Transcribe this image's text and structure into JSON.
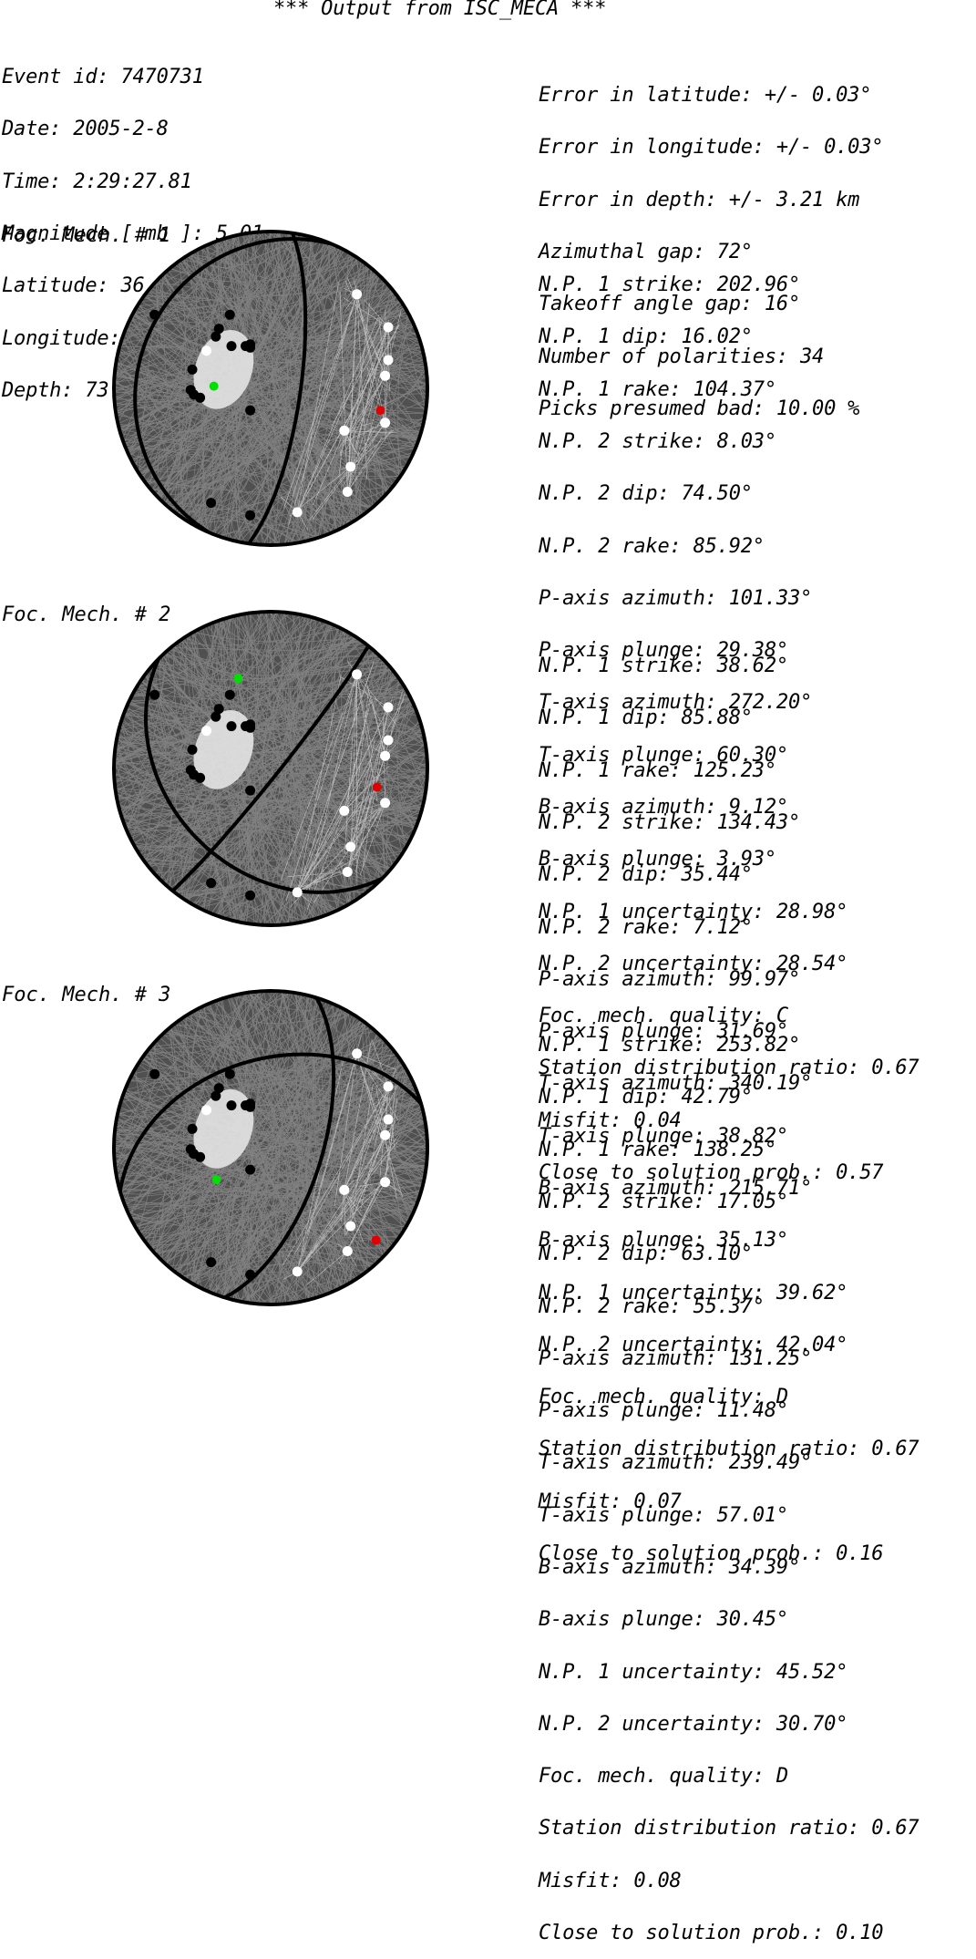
{
  "title": "*** Output from ISC_MECA ***",
  "event": [
    "Event id: 7470731",
    "Date: 2005-2-8",
    "Time: 2:29:27.81",
    "Magnitude [ mb ]: 5.01",
    "Latitude: 36.09°",
    "Longitude: 140.06°",
    "Depth: 73.40 km"
  ],
  "errors": [
    "Error in latitude: +/- 0.03°",
    "Error in longitude: +/- 0.03°",
    "Error in depth: +/- 3.21 km",
    "Azimuthal gap: 72°",
    "Takeoff angle gap: 16°",
    "Number of polarities: 34",
    "Picks presumed bad: 10.00 %"
  ],
  "colors": {
    "sphere": "#505050",
    "lines": "#8a8a8a",
    "compression": "#000000",
    "dilatation": "#ffffff",
    "p_axis": "#00e000",
    "t_axis": "#e00000"
  },
  "stations": {
    "compressional": [
      [
        -0.74,
        -0.47
      ],
      [
        -0.26,
        -0.47
      ],
      [
        -0.33,
        -0.38
      ],
      [
        -0.35,
        -0.33
      ],
      [
        -0.25,
        -0.27
      ],
      [
        -0.16,
        -0.27
      ],
      [
        -0.13,
        -0.28
      ],
      [
        -0.13,
        -0.26
      ],
      [
        -0.5,
        -0.12
      ],
      [
        -0.51,
        0.01
      ],
      [
        -0.49,
        0.04
      ],
      [
        -0.45,
        0.06
      ],
      [
        -0.13,
        0.14
      ],
      [
        -0.38,
        0.73
      ],
      [
        -0.13,
        0.81
      ]
    ],
    "dilatational": [
      [
        0.55,
        -0.6
      ],
      [
        0.75,
        -0.39
      ],
      [
        0.73,
        -0.08
      ],
      [
        0.73,
        0.22
      ],
      [
        0.47,
        0.27
      ],
      [
        0.51,
        0.5
      ],
      [
        0.49,
        0.66
      ],
      [
        0.17,
        0.79
      ],
      [
        -0.41,
        -0.24
      ],
      [
        0.75,
        -0.18
      ]
    ]
  },
  "mechanisms": [
    {
      "label": "Foc. Mech. # 1",
      "params": [
        "N.P. 1 strike: 202.96°",
        "N.P. 1 dip: 16.02°",
        "N.P. 1 rake: 104.37°",
        "N.P. 2 strike: 8.03°",
        "N.P. 2 dip: 74.50°",
        "N.P. 2 rake: 85.92°",
        "P-axis azimuth: 101.33°",
        "P-axis plunge: 29.38°",
        "T-axis azimuth: 272.20°",
        "T-axis plunge: 60.30°",
        "B-axis azimuth: 9.12°",
        "B-axis plunge: 3.93°",
        "N.P. 1 uncertainty: 28.98°",
        "N.P. 2 uncertainty: 28.54°",
        "Foc. mech. quality: C",
        "Station distribution ratio: 0.67",
        "Misfit: 0.04",
        "Close to solution prob.: 0.57"
      ],
      "planes": [
        [
          202.96,
          16.02
        ],
        [
          8.03,
          74.5
        ]
      ],
      "p_axis": [
        101.33,
        29.38
      ],
      "t_axis": [
        272.2,
        60.3
      ]
    },
    {
      "label": "Foc. Mech. # 2",
      "params": [
        "N.P. 1 strike: 38.62°",
        "N.P. 1 dip: 85.88°",
        "N.P. 1 rake: 125.23°",
        "N.P. 2 strike: 134.43°",
        "N.P. 2 dip: 35.44°",
        "N.P. 2 rake: 7.12°",
        "P-axis azimuth: 99.97°",
        "P-axis plunge: 31.69°",
        "T-axis azimuth: 340.19°",
        "T-axis plunge: 38.82°",
        "B-axis azimuth: 215.71°",
        "B-axis plunge: 35.13°",
        "N.P. 1 uncertainty: 39.62°",
        "N.P. 2 uncertainty: 42.04°",
        "Foc. mech. quality: D",
        "Station distribution ratio: 0.67",
        "Misfit: 0.07",
        "Close to solution prob.: 0.16"
      ],
      "planes": [
        [
          38.62,
          85.88
        ],
        [
          134.43,
          35.44
        ]
      ],
      "p_axis": [
        99.97,
        31.69
      ],
      "t_axis": [
        340.19,
        38.82
      ]
    },
    {
      "label": "Foc. Mech. # 3",
      "params": [
        "N.P. 1 strike: 253.82°",
        "N.P. 1 dip: 42.79°",
        "N.P. 1 rake: 138.25°",
        "N.P. 2 strike: 17.05°",
        "N.P. 2 dip: 63.10°",
        "N.P. 2 rake: 55.37°",
        "P-axis azimuth: 131.25°",
        "P-axis plunge: 11.48°",
        "T-axis azimuth: 239.49°",
        "T-axis plunge: 57.01°",
        "B-axis azimuth: 34.39°",
        "B-axis plunge: 30.45°",
        "N.P. 1 uncertainty: 45.52°",
        "N.P. 2 uncertainty: 30.70°",
        "Foc. mech. quality: D",
        "Station distribution ratio: 0.67",
        "Misfit: 0.08",
        "Close to solution prob.: 0.10"
      ],
      "planes": [
        [
          253.82,
          42.79
        ],
        [
          17.05,
          63.1
        ]
      ],
      "p_axis": [
        131.25,
        11.48
      ],
      "t_axis": [
        239.49,
        57.01
      ]
    }
  ]
}
